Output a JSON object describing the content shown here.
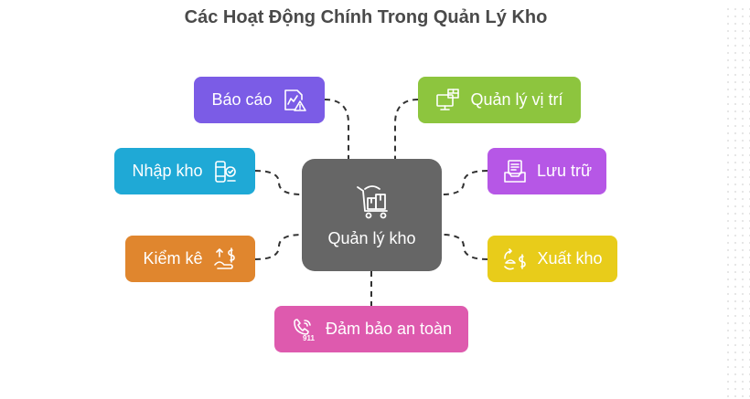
{
  "title": "Các Hoạt Động Chính Trong Quản Lý Kho",
  "center": {
    "label": "Quản lý kho",
    "icon": "warehouse-cart-icon",
    "color": "#666666"
  },
  "nodes": {
    "bao_cao": {
      "label": "Báo cáo",
      "icon": "report-chart-warning-icon",
      "color": "#7B5CE6"
    },
    "quan_ly_vi_tri": {
      "label": "Quản lý vị trí",
      "icon": "monitor-box-icon",
      "color": "#8DC53E"
    },
    "nhap_kho": {
      "label": "Nhập kho",
      "icon": "receive-goods-icon",
      "color": "#1FA9D6"
    },
    "luu_tru": {
      "label": "Lưu trữ",
      "icon": "archive-tray-icon",
      "color": "#B657E6"
    },
    "kiem_ke": {
      "label": "Kiểm kê",
      "icon": "inventory-money-icon",
      "color": "#E0862E"
    },
    "xuat_kho": {
      "label": "Xuất kho",
      "icon": "dispatch-cost-icon",
      "color": "#E8CC1A"
    },
    "dam_bao_an_toan": {
      "label": "Đảm bảo an toàn",
      "icon": "emergency-911-icon",
      "color": "#DE5AAE"
    }
  }
}
